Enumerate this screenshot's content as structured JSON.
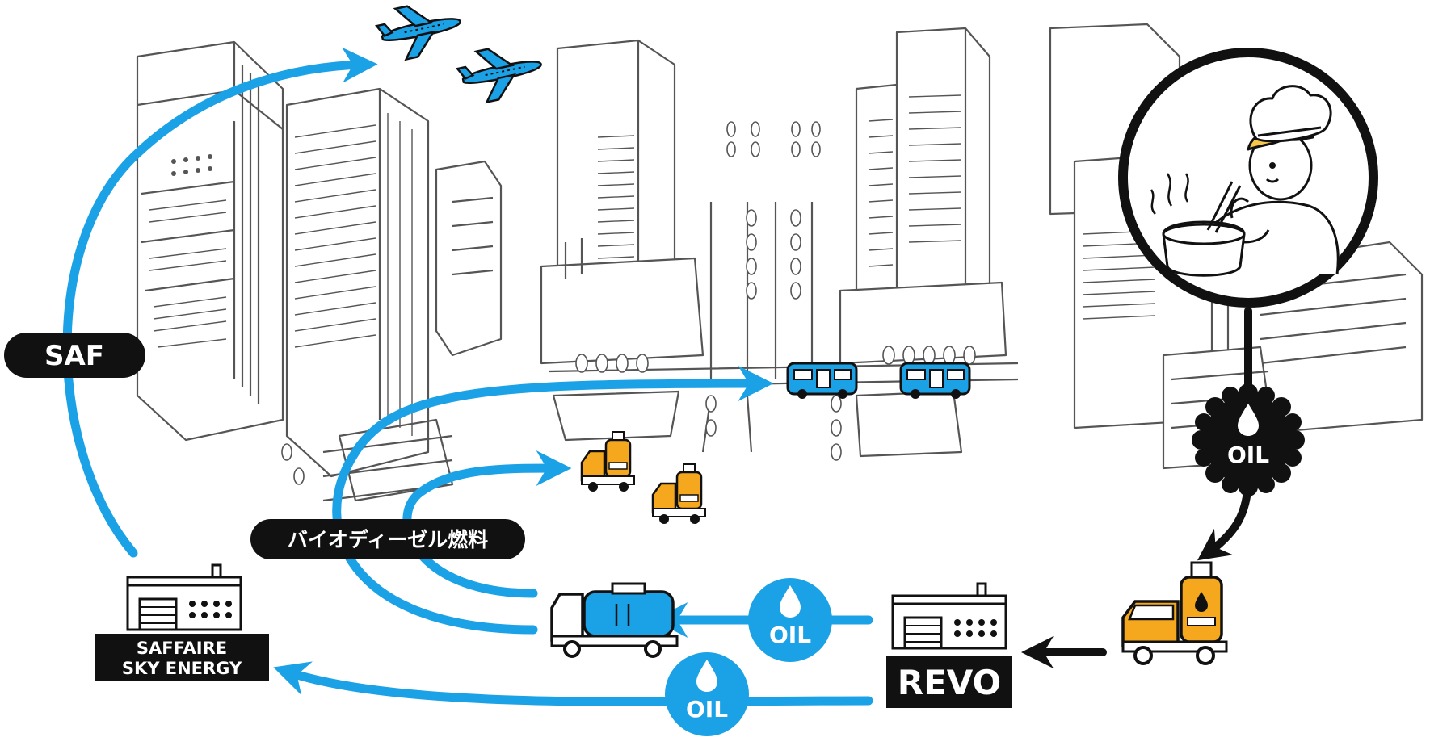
{
  "labels": {
    "saf": "SAF",
    "biodiesel": "バイオディーゼル燃料",
    "saffaire_line1": "SAFFAIRE",
    "saffaire_line2": "SKY ENERGY",
    "revo": "REVO",
    "oil_source": "OIL",
    "oil_to_truck": "OIL",
    "oil_to_saffaire": "OIL"
  },
  "colors": {
    "flow_blue": "#1ba1e6",
    "flow_black": "#111111",
    "tanker_orange": "#f5a81e",
    "chef_hair": "#f7c948"
  },
  "icons": [
    "airplane-icon",
    "bus-icon",
    "tank-truck-icon",
    "tanker-truck-icon",
    "factory-icon",
    "oil-drop-icon",
    "chef-icon"
  ]
}
